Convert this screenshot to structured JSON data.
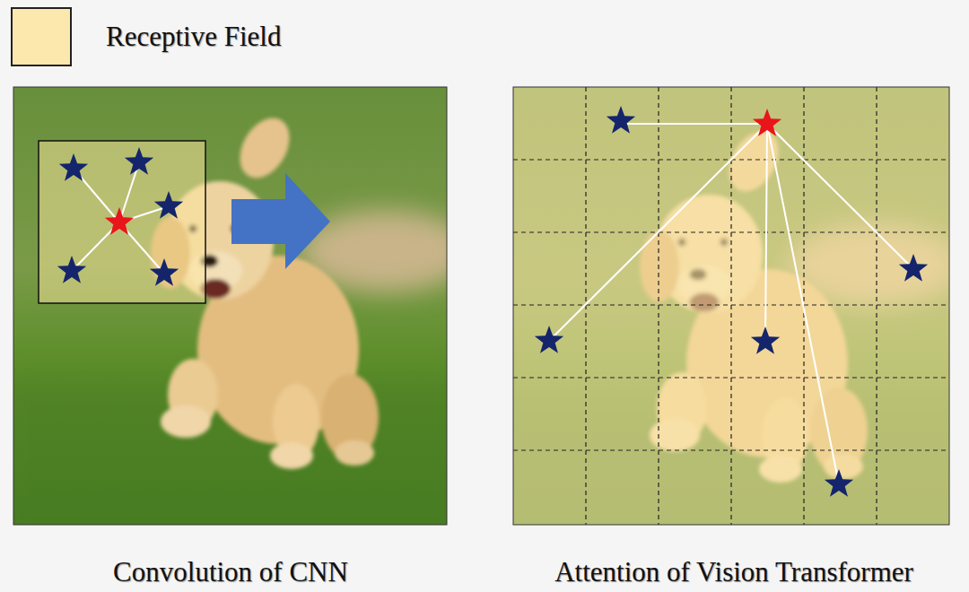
{
  "diagram": {
    "labels": [
      "Convolution of CNN",
      "Attention of Vision Transformer"
    ],
    "legend": [
      {
        "text": "Receptive Field",
        "color": "#fce8ad"
      }
    ]
  }
}
